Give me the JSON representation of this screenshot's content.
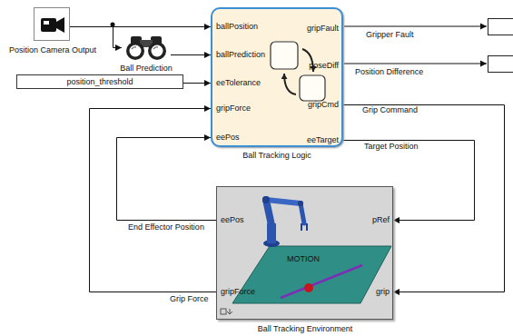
{
  "diagram": {
    "nodes": [
      {
        "text": [
          "Position Camera Output"
        ]
      },
      {
        "text": [
          "Ball Prediction"
        ]
      },
      {
        "text": [
          "position_threshold"
        ]
      },
      {
        "text": [
          "ballPosition",
          "ballPrediction",
          "eeTolerance",
          "gripForce",
          "eePos",
          "gripFault",
          "poseDiff",
          "gripCmd",
          "eeTarget",
          "Ball Tracking Logic"
        ]
      },
      {
        "text": [
          "eePos",
          "pRef",
          "MOTION",
          "gripForce",
          "grip",
          "Ball Tracking Environment"
        ]
      }
    ],
    "edges": [
      {
        "from": 0,
        "to": 3,
        "arrow": "to"
      },
      {
        "from": 0,
        "to": 1,
        "arrow": "to"
      },
      {
        "from": 1,
        "to": 3,
        "arrow": "to"
      },
      {
        "from": 2,
        "to": 3,
        "arrow": "to"
      },
      {
        "from": 3,
        "to": 4,
        "label": "Target Position",
        "arrow": "to"
      },
      {
        "from": 3,
        "to": 4,
        "label": "Grip Command",
        "arrow": "to"
      },
      {
        "from": 4,
        "to": 3,
        "label": "End Effector Position",
        "arrow": "to"
      },
      {
        "from": 4,
        "to": 3,
        "label": "Grip Force",
        "arrow": "to"
      }
    ],
    "labels": [
      "Gripper Fault",
      "Position Difference"
    ]
  }
}
